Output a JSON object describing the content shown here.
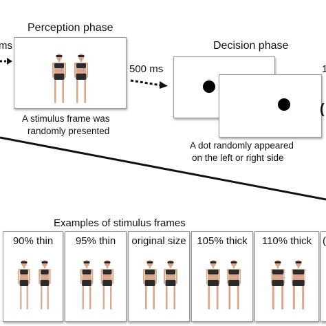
{
  "top": {
    "left_cut_label": "ms",
    "perception_title": "Perception phase",
    "perception_caption_line1": "A stimulus frame was",
    "perception_caption_line2": "randomly presented",
    "interval_label": "500 ms",
    "decision_title": "Decision phase",
    "decision_caption_line1": "A dot randomly appeared",
    "decision_caption_line2": "on the left or right side"
  },
  "bottom": {
    "title": "Examples of stimulus frames",
    "frames": [
      {
        "label": "90% thin"
      },
      {
        "label": "95% thin"
      },
      {
        "label": "original size"
      },
      {
        "label": "105% thick"
      },
      {
        "label": "110% thick"
      }
    ]
  },
  "colors": {
    "skin": "#d9a88c",
    "clothing": "#2b2b2b",
    "hair": "#222222",
    "dot": "#000000"
  }
}
